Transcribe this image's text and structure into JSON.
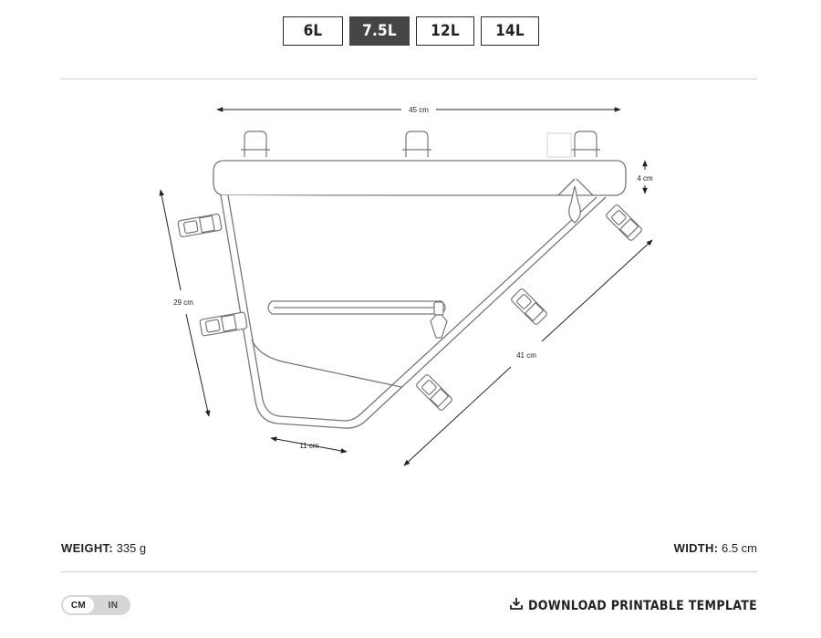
{
  "size_tabs": [
    {
      "label": "6L",
      "active": false
    },
    {
      "label": "7.5L",
      "active": true
    },
    {
      "label": "12L",
      "active": false
    },
    {
      "label": "14L",
      "active": false
    }
  ],
  "diagram": {
    "dim_top": "45 cm",
    "dim_depth": "4 cm",
    "dim_left": "29 cm",
    "dim_diagonal": "41 cm",
    "dim_bottom": "11 cm"
  },
  "specs": {
    "weight_label": "WEIGHT:",
    "weight_value": "335 g",
    "width_label": "WIDTH:",
    "width_value": "6.5 cm"
  },
  "unit_toggle": {
    "options": [
      "CM",
      "IN"
    ],
    "selected": "CM"
  },
  "download": {
    "label": "DOWNLOAD PRINTABLE TEMPLATE",
    "icon": "download-icon"
  }
}
